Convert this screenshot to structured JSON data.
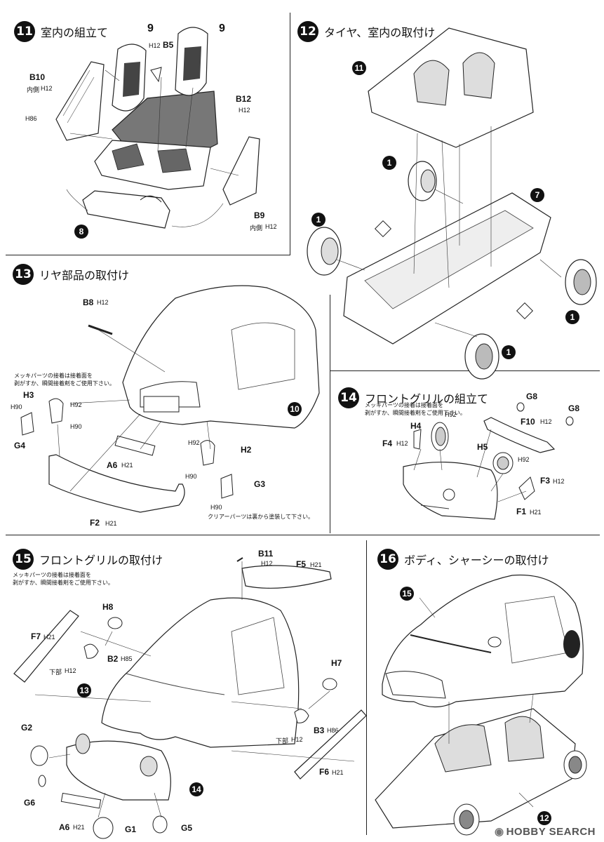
{
  "steps": [
    {
      "num": "11",
      "title": "室内の組立て"
    },
    {
      "num": "12",
      "title": "タイヤ、室内の取付け"
    },
    {
      "num": "13",
      "title": "リヤ部品の取付け"
    },
    {
      "num": "14",
      "title": "フロントグリルの組立て"
    },
    {
      "num": "15",
      "title": "フロントグリルの取付け"
    },
    {
      "num": "16",
      "title": "ボディ、シャーシーの取付け"
    }
  ],
  "step11": {
    "labels": {
      "b10": "B10",
      "b10_sub": "内側",
      "b10_h": "H12",
      "h86": "H86",
      "b5": "B5",
      "b5_h": "H12",
      "seat_left": "9",
      "seat_right": "9",
      "b12": "B12",
      "b12_h": "H12",
      "b9": "B9",
      "b9_sub": "内側",
      "b9_h": "H12",
      "ref8": "8"
    }
  },
  "step12": {
    "labels": {
      "ref11": "11",
      "ref7": "7",
      "ref1a": "1",
      "ref1b": "1",
      "ref1c": "1",
      "ref1d": "1"
    }
  },
  "step13": {
    "labels": {
      "b8": "B8",
      "b8_h": "H12",
      "note": "メッキパーツの接着は接着面を\n剥がすか、瞬間接着剤をご使用下さい。",
      "h3": "H3",
      "h92a": "H92",
      "h90a": "H90",
      "h90b": "H90",
      "g4": "G4",
      "a6": "A6",
      "a6_h": "H21",
      "f2": "F2",
      "f2_h": "H21",
      "h92b": "H92",
      "h2": "H2",
      "h90c": "H90",
      "g3": "G3",
      "h90d": "H90",
      "clear_note": "クリアーパーツは裏から塗装して下さい。",
      "ref10": "10"
    }
  },
  "step14": {
    "labels": {
      "note": "メッキパーツの接着は接着面を\n剥がすか、瞬間接着剤をご使用下さい。",
      "h92a": "H92",
      "h4": "H4",
      "f4": "F4",
      "f4_h": "H12",
      "g8a": "G8",
      "g8b": "G8",
      "f10": "F10",
      "f10_h": "H12",
      "h5": "H5",
      "h92b": "H92",
      "f3": "F3",
      "f3_h": "H12",
      "f1": "F1",
      "f1_h": "H21"
    }
  },
  "step15": {
    "labels": {
      "note": "メッキパーツの接着は接着面を\n剥がすか、瞬間接着剤をご使用下さい。",
      "b11": "B11",
      "b11_h": "H12",
      "f5": "F5",
      "f5_h": "H21",
      "h8": "H8",
      "f7": "F7",
      "f7_h": "H21",
      "b2": "B2",
      "b2_h": "H85",
      "kabu_l": "下部",
      "kabu_l_h": "H12",
      "ref13": "13",
      "h7": "H7",
      "b3": "B3",
      "b3_h": "H86",
      "kabu_r": "下部",
      "kabu_r_h": "H12",
      "g2": "G2",
      "g6": "G6",
      "ref14": "14",
      "f6": "F6",
      "f6_h": "H21",
      "a6": "A6",
      "a6_h": "H21",
      "g1": "G1",
      "g5": "G5"
    }
  },
  "step16": {
    "labels": {
      "ref15": "15",
      "ref12": "12"
    }
  },
  "watermark": "HOBBY SEARCH"
}
